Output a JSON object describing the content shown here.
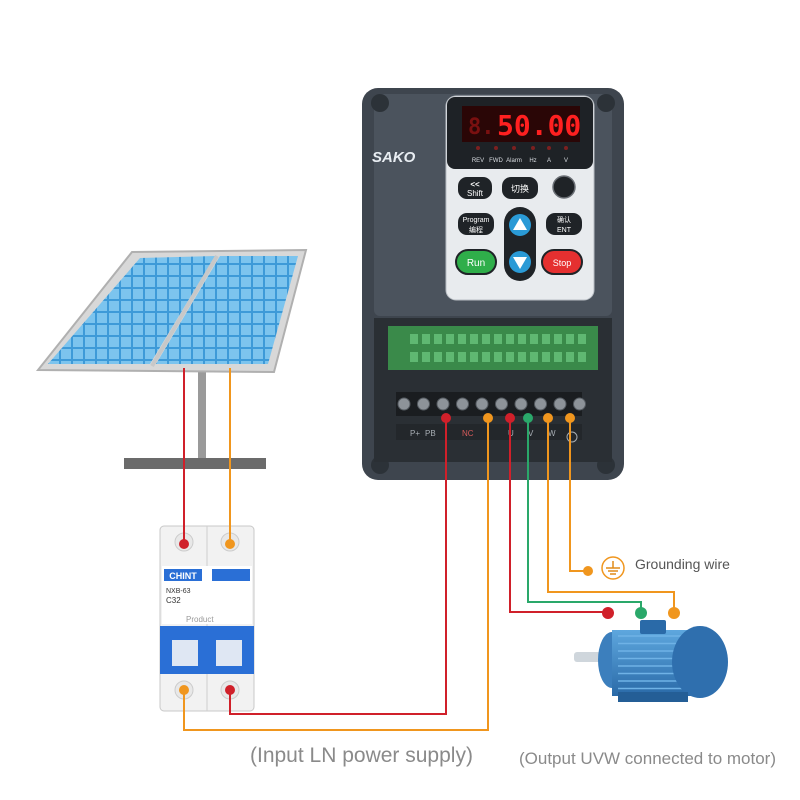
{
  "brand": "SAKO",
  "display": {
    "digit_prefix": "8.",
    "reading": "50.00",
    "indicators": [
      "REV",
      "FWD",
      "Alarm",
      "Hz",
      "A",
      "V"
    ]
  },
  "keypad": {
    "shift_top": "<<",
    "shift_label": "Shift",
    "switch_label": "切换",
    "program_label": "Program",
    "program_cn": "编程",
    "confirm_label": "确认",
    "ent_label": "ENT",
    "run_label": "Run",
    "stop_label": "Stop"
  },
  "terminals": {
    "bottom_labels": [
      "P+",
      "PB",
      "NC",
      "U",
      "V",
      "W"
    ]
  },
  "breaker": {
    "brand": "CHINT",
    "model": "NXB-63",
    "rating": "C32",
    "watermark": "Product"
  },
  "labels": {
    "grounding": "Grounding wire",
    "input_caption": "(Input LN power supply)",
    "output_caption": "(Output UVW connected to motor)"
  },
  "colors": {
    "wire_red": "#d0202a",
    "wire_orange": "#f0961e",
    "wire_green": "#2aa86a",
    "inverter_body": "#4a525c",
    "display_red": "#ff2020",
    "run_green": "#2fae4a",
    "stop_red": "#e53030",
    "arrow_blue": "#2a9ad6",
    "breaker_blue": "#2a6fd6",
    "motor_blue": "#3a86c8",
    "panel_blue": "#4fa8e0"
  }
}
